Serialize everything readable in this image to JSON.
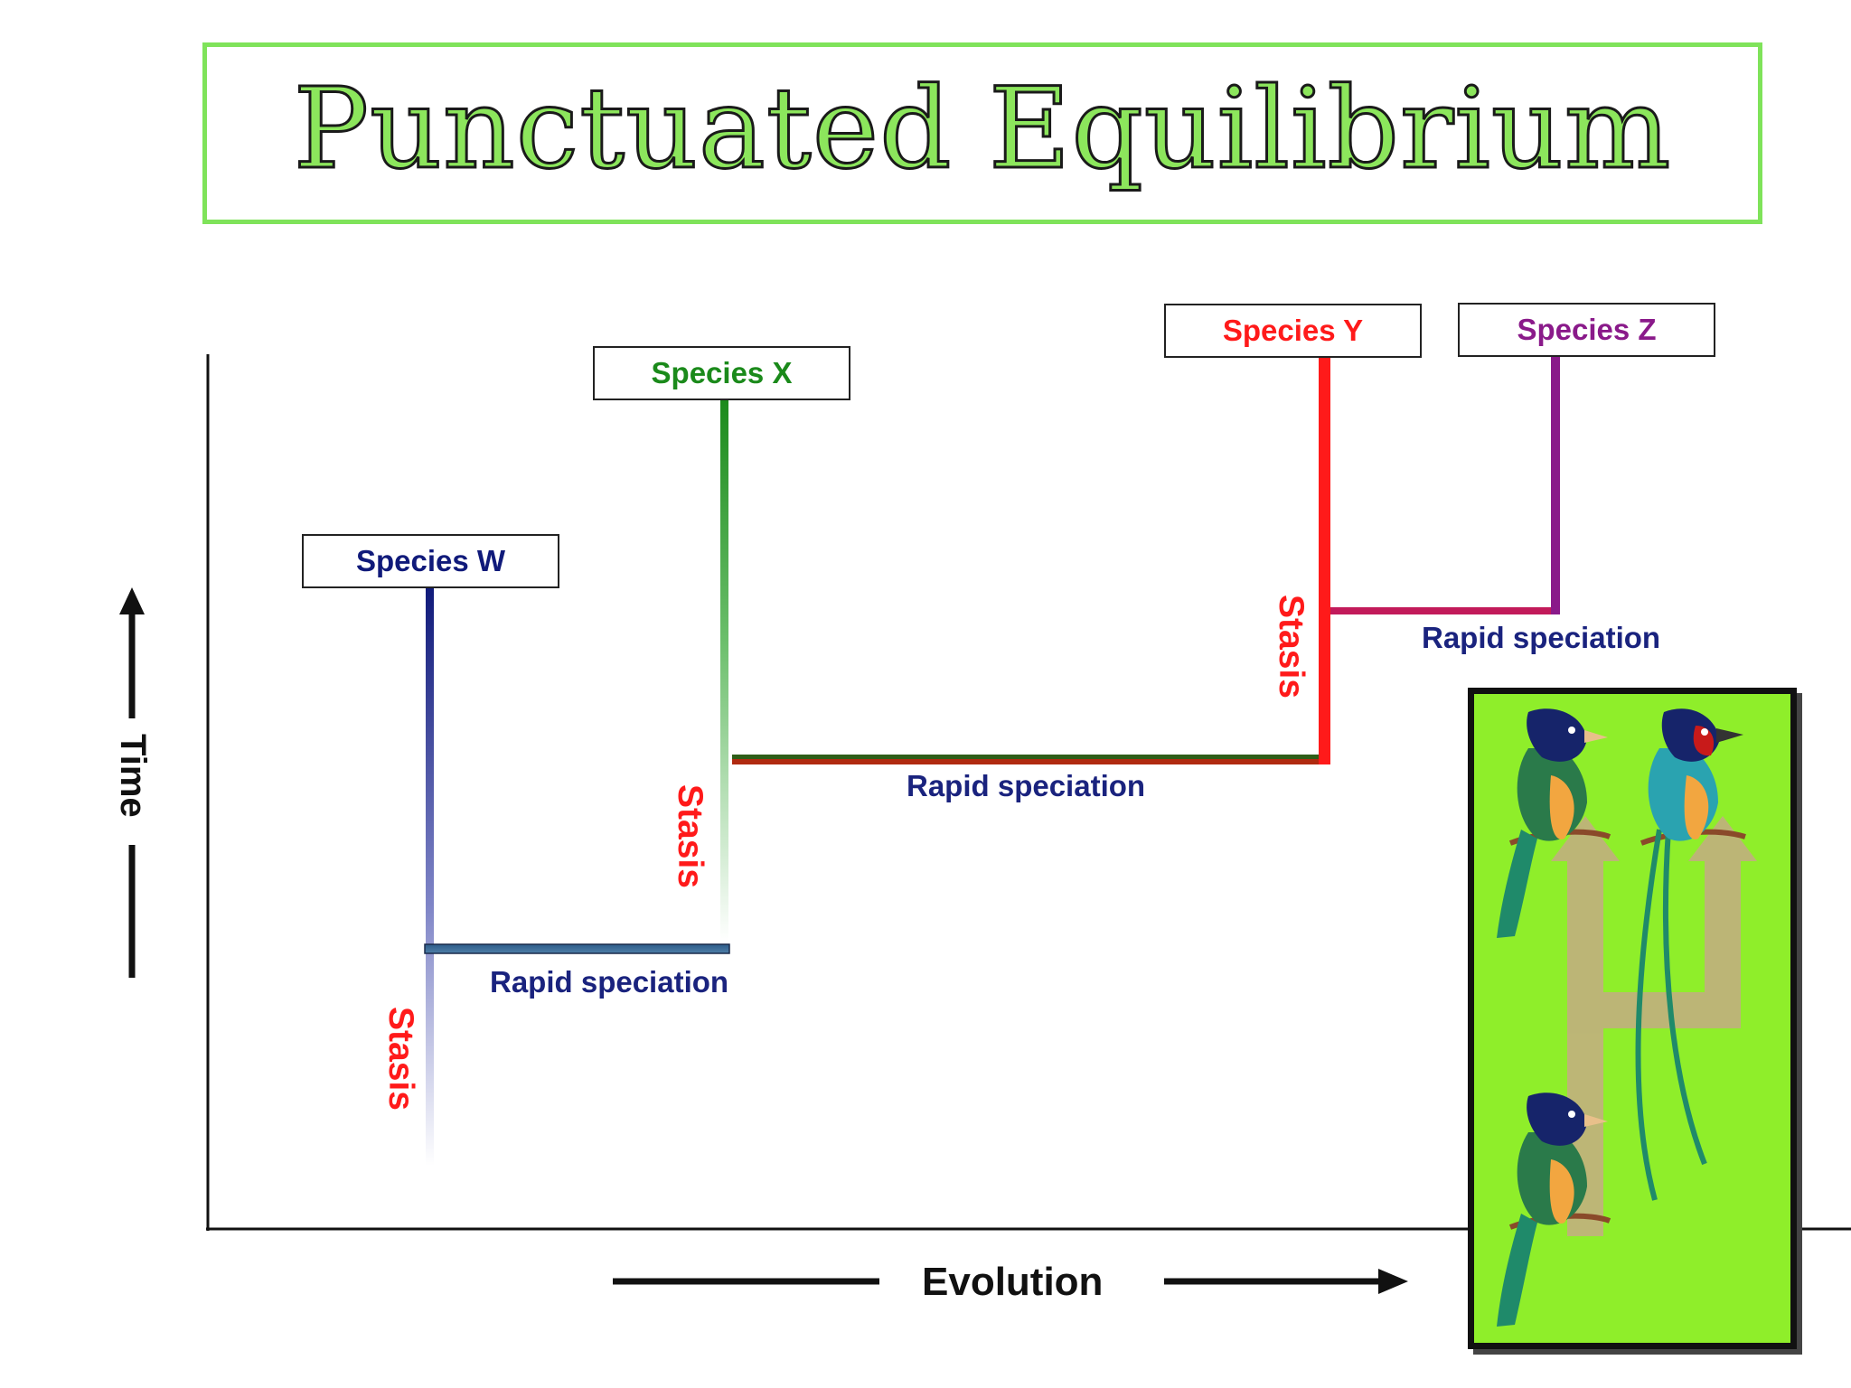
{
  "title": "Punctuated Equilibrium",
  "species": {
    "w": {
      "label": "Species W",
      "color": "#101a7a"
    },
    "x": {
      "label": "Species X",
      "color": "#1b8a1b"
    },
    "y": {
      "label": "Species Y",
      "color": "#ff1a1a"
    },
    "z": {
      "label": "Species Z",
      "color": "#8a1a8a"
    }
  },
  "labels": {
    "rapid_1": "Rapid speciation",
    "rapid_2": "Rapid speciation",
    "rapid_3": "Rapid speciation",
    "stasis_w": "Stasis",
    "stasis_x": "Stasis",
    "stasis_y": "Stasis"
  },
  "axes": {
    "x_label": "Evolution",
    "y_label": "Time"
  },
  "colors": {
    "title_fill": "#8ce65c",
    "title_border": "#7fe35a",
    "rapid_text": "#1a237e",
    "stasis_text": "#ff1a1a",
    "bird_panel_bg": "#8fee2a"
  },
  "icons": [
    "bird-icon",
    "arrow-right-icon",
    "arrow-up-icon"
  ]
}
